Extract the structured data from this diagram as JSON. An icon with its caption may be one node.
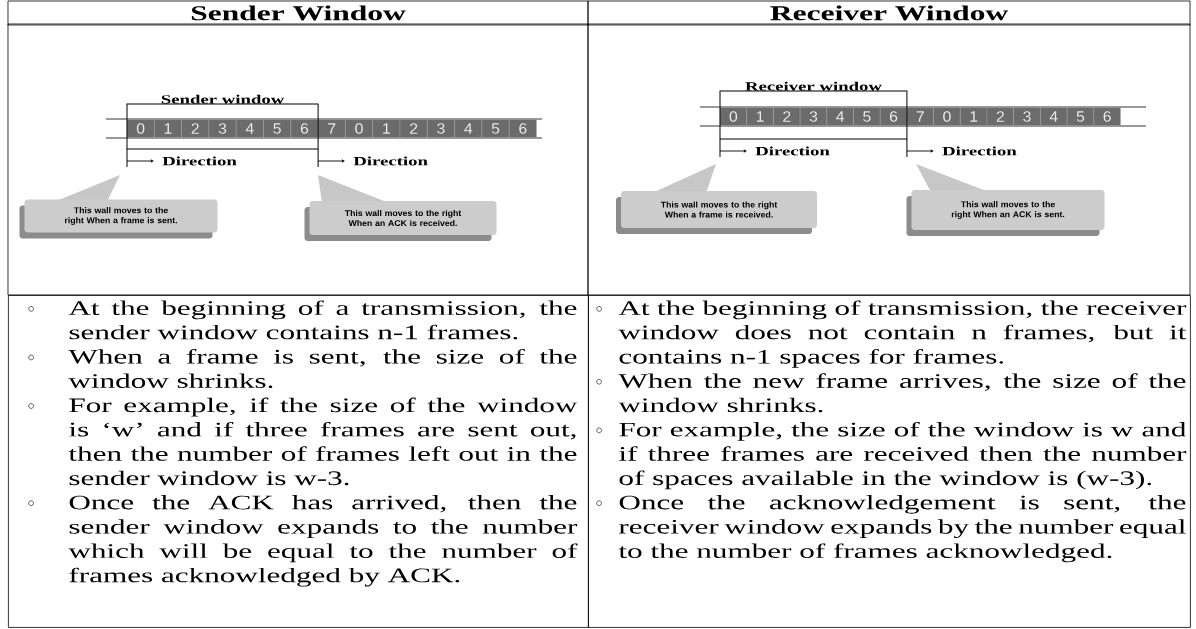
{
  "diagram": {
    "nodes": [
      {
        "text": [
          "Sender Window"
        ]
      },
      {
        "text": [
          "Receiver Window"
        ]
      },
      {
        "text": [],
        "shape": "box"
      },
      {
        "text": [],
        "shape": "box"
      },
      {
        "text": [
          "At the beginning of a transmission, the sender window contains n-1 frames.",
          "When a frame is sent, the size of the window shrinks.",
          "For example, if the size of the window is ‘w’ and if three frames are sent out, then the number of frames left out in the sender window is w-3.",
          "Once the ACK has arrived, then the sender window expands to the number which will be equal to the number of frames acknowledged by ACK."
        ]
      },
      {
        "text": [
          "At the beginning of transmission, the receiver window does not contain n frames, but it contains n-1 spaces for frames.",
          "When the new frame arrives, the size of the window shrinks.",
          "For example, the size of the window is w and if three frames are received then the number of spaces available in the window is (w-3).",
          "Once the acknowledgement is sent, the receiver window expands by the number equal to the number of frames acknowledged."
        ]
      },
      {
        "text": [
          "Sender window"
        ],
        "in": 2
      },
      {
        "text": [
          "0"
        ],
        "in": 6
      },
      {
        "text": [
          "1"
        ],
        "in": 6
      },
      {
        "text": [
          "2"
        ],
        "in": 6
      },
      {
        "text": [
          "3"
        ],
        "in": 6
      },
      {
        "text": [
          "4"
        ],
        "in": 6
      },
      {
        "text": [
          "5"
        ],
        "in": 6
      },
      {
        "text": [
          "6"
        ],
        "in": 6
      },
      {
        "text": [
          "7"
        ],
        "in": 2
      },
      {
        "text": [
          "0"
        ],
        "in": 2
      },
      {
        "text": [
          "1"
        ],
        "in": 2
      },
      {
        "text": [
          "2"
        ],
        "in": 2
      },
      {
        "text": [
          "3"
        ],
        "in": 2
      },
      {
        "text": [
          "4"
        ],
        "in": 2
      },
      {
        "text": [
          "5"
        ],
        "in": 2
      },
      {
        "text": [
          "6"
        ],
        "in": 2
      },
      {
        "text": [
          "This wall moves to the right When a frame is sent."
        ],
        "in": 2
      },
      {
        "text": [
          "This wall moves to the right When an ACK is received."
        ],
        "in": 2
      },
      {
        "text": [
          "Receiver window"
        ],
        "in": 3
      },
      {
        "text": [
          "0"
        ],
        "in": 24
      },
      {
        "text": [
          "1"
        ],
        "in": 24
      },
      {
        "text": [
          "2"
        ],
        "in": 24
      },
      {
        "text": [
          "3"
        ],
        "in": 24
      },
      {
        "text": [
          "4"
        ],
        "in": 24
      },
      {
        "text": [
          "5"
        ],
        "in": 24
      },
      {
        "text": [
          "6"
        ],
        "in": 24
      },
      {
        "text": [
          "7"
        ],
        "in": 3
      },
      {
        "text": [
          "0"
        ],
        "in": 3
      },
      {
        "text": [
          "1"
        ],
        "in": 3
      },
      {
        "text": [
          "2"
        ],
        "in": 3
      },
      {
        "text": [
          "3"
        ],
        "in": 3
      },
      {
        "text": [
          "4"
        ],
        "in": 3
      },
      {
        "text": [
          "5"
        ],
        "in": 3
      },
      {
        "text": [
          "6"
        ],
        "in": 3
      },
      {
        "text": [
          "This wall moves to the right When a frame is received."
        ],
        "in": 3
      },
      {
        "text": [
          "This wall moves to the right When an ACK is sent."
        ],
        "in": 3
      }
    ],
    "labels": [
      "Direction",
      "Direction",
      "Direction",
      "Direction"
    ]
  }
}
